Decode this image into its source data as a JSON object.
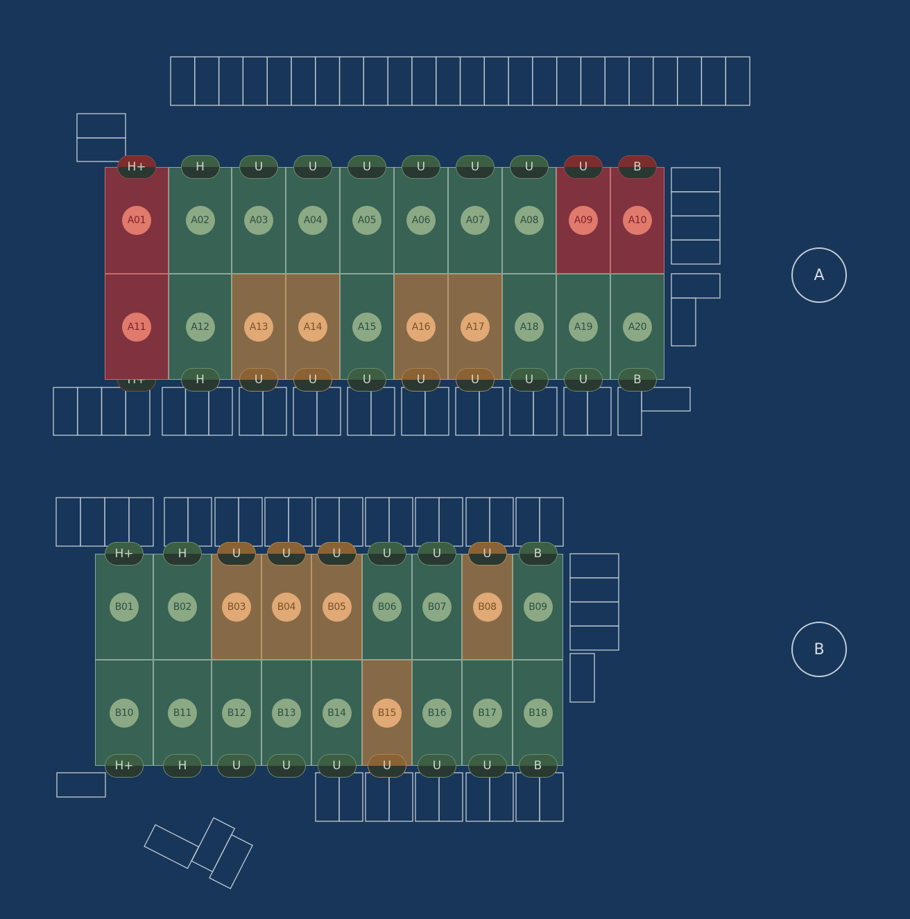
{
  "colors": {
    "background": "#17365a",
    "available": "#376254",
    "pending": "#866a48",
    "reserved": "#80323f",
    "outline": "#c5cdd6"
  },
  "section_markers": [
    {
      "label": "A"
    },
    {
      "label": "B"
    }
  ],
  "dock_a": {
    "spots": [
      {
        "id": "A01",
        "status": "reserved",
        "top_tag": "H+",
        "bottom_tag": "H+"
      },
      {
        "id": "A02",
        "status": "available",
        "top_tag": "H"
      },
      {
        "id": "A03",
        "status": "available",
        "top_tag": "U"
      },
      {
        "id": "A04",
        "status": "available",
        "top_tag": "U"
      },
      {
        "id": "A05",
        "status": "available",
        "top_tag": "U"
      },
      {
        "id": "A06",
        "status": "available",
        "top_tag": "U"
      },
      {
        "id": "A07",
        "status": "available",
        "top_tag": "U"
      },
      {
        "id": "A08",
        "status": "available",
        "top_tag": "U"
      },
      {
        "id": "A09",
        "status": "reserved",
        "top_tag": "U"
      },
      {
        "id": "A10",
        "status": "reserved",
        "top_tag": "B"
      },
      {
        "id": "A12",
        "status": "available",
        "bottom_tag": "H"
      },
      {
        "id": "A13",
        "status": "pending",
        "bottom_tag": "U"
      },
      {
        "id": "A14",
        "status": "pending",
        "bottom_tag": "U"
      },
      {
        "id": "A15",
        "status": "available",
        "bottom_tag": "U"
      },
      {
        "id": "A16",
        "status": "pending",
        "bottom_tag": "U"
      },
      {
        "id": "A17",
        "status": "pending",
        "bottom_tag": "U"
      },
      {
        "id": "A18",
        "status": "available",
        "bottom_tag": "U"
      },
      {
        "id": "A19",
        "status": "available",
        "bottom_tag": "U"
      },
      {
        "id": "A20",
        "status": "available",
        "bottom_tag": "B"
      },
      {
        "id": "A11",
        "status": "reserved"
      }
    ]
  },
  "dock_b": {
    "spots": [
      {
        "id": "B01",
        "status": "available",
        "top_tag": "H+"
      },
      {
        "id": "B02",
        "status": "available",
        "top_tag": "H"
      },
      {
        "id": "B03",
        "status": "pending",
        "top_tag": "U"
      },
      {
        "id": "B04",
        "status": "pending",
        "top_tag": "U"
      },
      {
        "id": "B05",
        "status": "pending",
        "top_tag": "U"
      },
      {
        "id": "B06",
        "status": "available",
        "top_tag": "U"
      },
      {
        "id": "B07",
        "status": "available",
        "top_tag": "U"
      },
      {
        "id": "B08",
        "status": "pending",
        "top_tag": "U"
      },
      {
        "id": "B09",
        "status": "available",
        "top_tag": "B"
      },
      {
        "id": "B10",
        "status": "available",
        "bottom_tag": "H+"
      },
      {
        "id": "B11",
        "status": "available",
        "bottom_tag": "H"
      },
      {
        "id": "B12",
        "status": "available",
        "bottom_tag": "U"
      },
      {
        "id": "B13",
        "status": "available",
        "bottom_tag": "U"
      },
      {
        "id": "B14",
        "status": "available",
        "bottom_tag": "U"
      },
      {
        "id": "B15",
        "status": "pending",
        "bottom_tag": "U"
      },
      {
        "id": "B16",
        "status": "available",
        "bottom_tag": "U"
      },
      {
        "id": "B17",
        "status": "available",
        "bottom_tag": "U"
      },
      {
        "id": "B18",
        "status": "available",
        "bottom_tag": "B"
      }
    ]
  }
}
